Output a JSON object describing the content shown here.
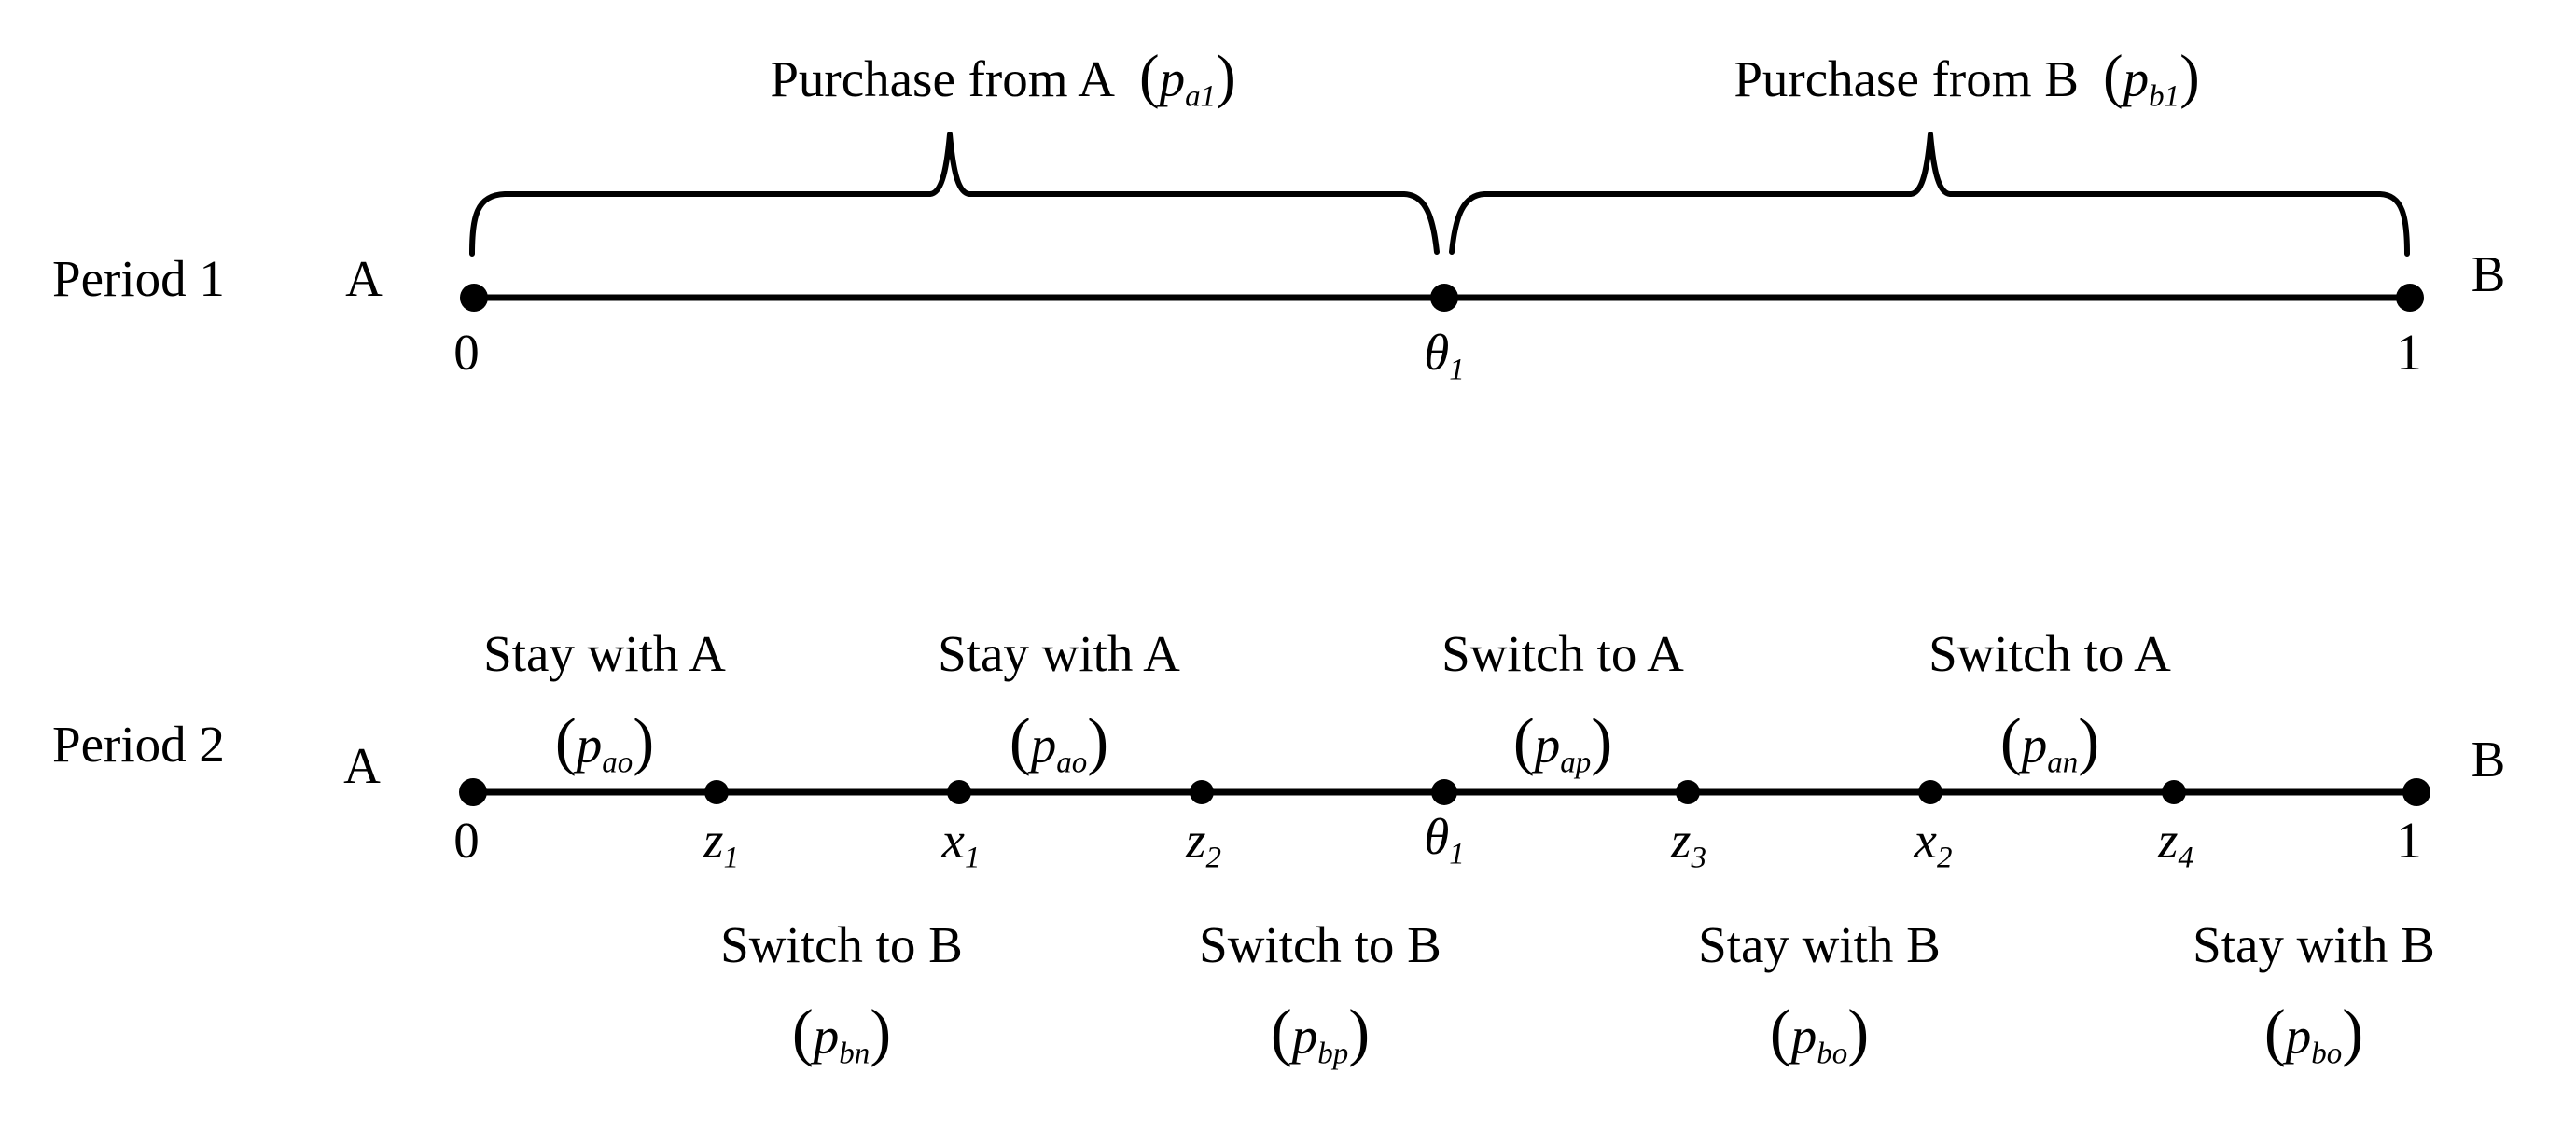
{
  "colors": {
    "background": "#ffffff",
    "ink": "#000000"
  },
  "period1": {
    "row_label": "Period 1",
    "left_end_label": "A",
    "right_end_label": "B",
    "brace_left_label": {
      "text": "Purchase from A",
      "open": "(",
      "var": "p",
      "sub": "a1",
      "close": ")"
    },
    "brace_right_label": {
      "text": "Purchase from B",
      "open": "(",
      "var": "p",
      "sub": "b1",
      "close": ")"
    },
    "ticks": [
      {
        "var": "0",
        "sub": ""
      },
      {
        "var": "θ",
        "sub": "1"
      },
      {
        "var": "1",
        "sub": ""
      }
    ]
  },
  "period2": {
    "row_label": "Period 2",
    "left_end_label": "A",
    "right_end_label": "B",
    "ticks": [
      {
        "var": "0",
        "sub": ""
      },
      {
        "var": "z",
        "sub": "1"
      },
      {
        "var": "x",
        "sub": "1"
      },
      {
        "var": "z",
        "sub": "2"
      },
      {
        "var": "θ",
        "sub": "1"
      },
      {
        "var": "z",
        "sub": "3"
      },
      {
        "var": "x",
        "sub": "2"
      },
      {
        "var": "z",
        "sub": "4"
      },
      {
        "var": "1",
        "sub": ""
      }
    ],
    "labels_above": [
      {
        "text": "Stay with A",
        "open": "(",
        "var": "p",
        "sub": "ao",
        "close": ")"
      },
      {
        "text": "Stay with A",
        "open": "(",
        "var": "p",
        "sub": "ao",
        "close": ")"
      },
      {
        "text": "Switch to A",
        "open": "(",
        "var": "p",
        "sub": "ap",
        "close": ")"
      },
      {
        "text": "Switch to A",
        "open": "(",
        "var": "p",
        "sub": "an",
        "close": ")"
      }
    ],
    "labels_below": [
      {
        "text": "Switch to B",
        "open": "(",
        "var": "p",
        "sub": "bn",
        "close": ")"
      },
      {
        "text": "Switch to B",
        "open": "(",
        "var": "p",
        "sub": "bp",
        "close": ")"
      },
      {
        "text": "Stay with B",
        "open": "(",
        "var": "p",
        "sub": "bo",
        "close": ")"
      },
      {
        "text": "Stay with B",
        "open": "(",
        "var": "p",
        "sub": "bo",
        "close": ")"
      }
    ]
  }
}
